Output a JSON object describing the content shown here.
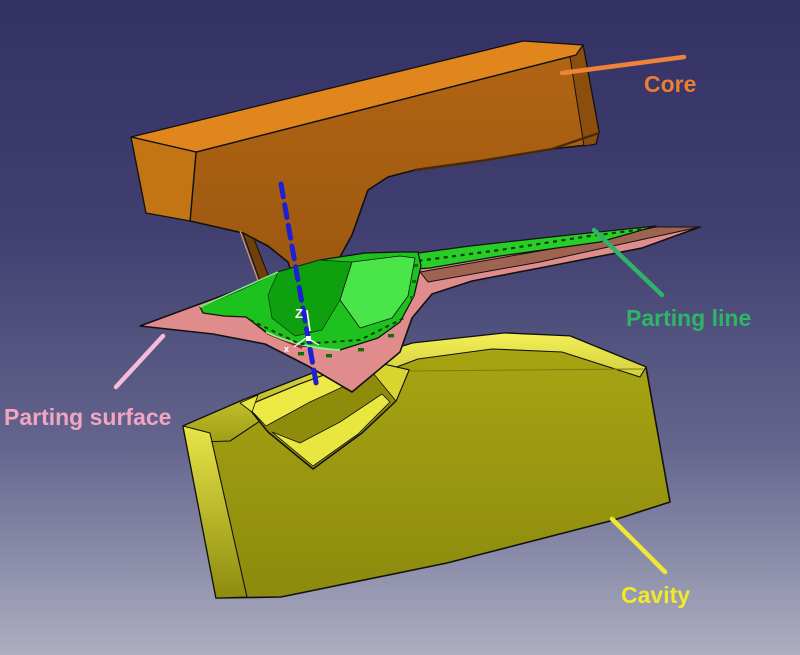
{
  "diagram": {
    "type": "cad-exploded-mold-tooling-view",
    "labels": {
      "core": {
        "text": "Core",
        "color": "#ED7D31",
        "leader_color": "#EF8438"
      },
      "parting_line": {
        "text": "Parting line",
        "color": "#2EB567",
        "leader_color": "#2FB269"
      },
      "parting_surface": {
        "text": "Parting surface",
        "color": "#F2A5C3",
        "leader_color": "#F6BCD7"
      },
      "cavity": {
        "text": "Cavity",
        "color": "#F2EA26",
        "leader_color": "#F0E832"
      }
    },
    "axis_marker": {
      "label": "Z",
      "sub": "x",
      "color": "#FFFFFF"
    },
    "components": {
      "core": {
        "top_color": "#E0861D",
        "front_color": "#A55D10"
      },
      "cavity": {
        "top_color": "#EDEA48",
        "front_color": "#9A970F"
      },
      "molded_part": {
        "color": "#1EC21E"
      },
      "parting_surface": {
        "color": "#E18C8C",
        "underside_color": "#9F6352"
      },
      "pull_axis": {
        "color": "#1E1ED2",
        "style": "dashed"
      }
    },
    "background": {
      "top": "#343264",
      "bottom": "#ADAEC1"
    }
  }
}
